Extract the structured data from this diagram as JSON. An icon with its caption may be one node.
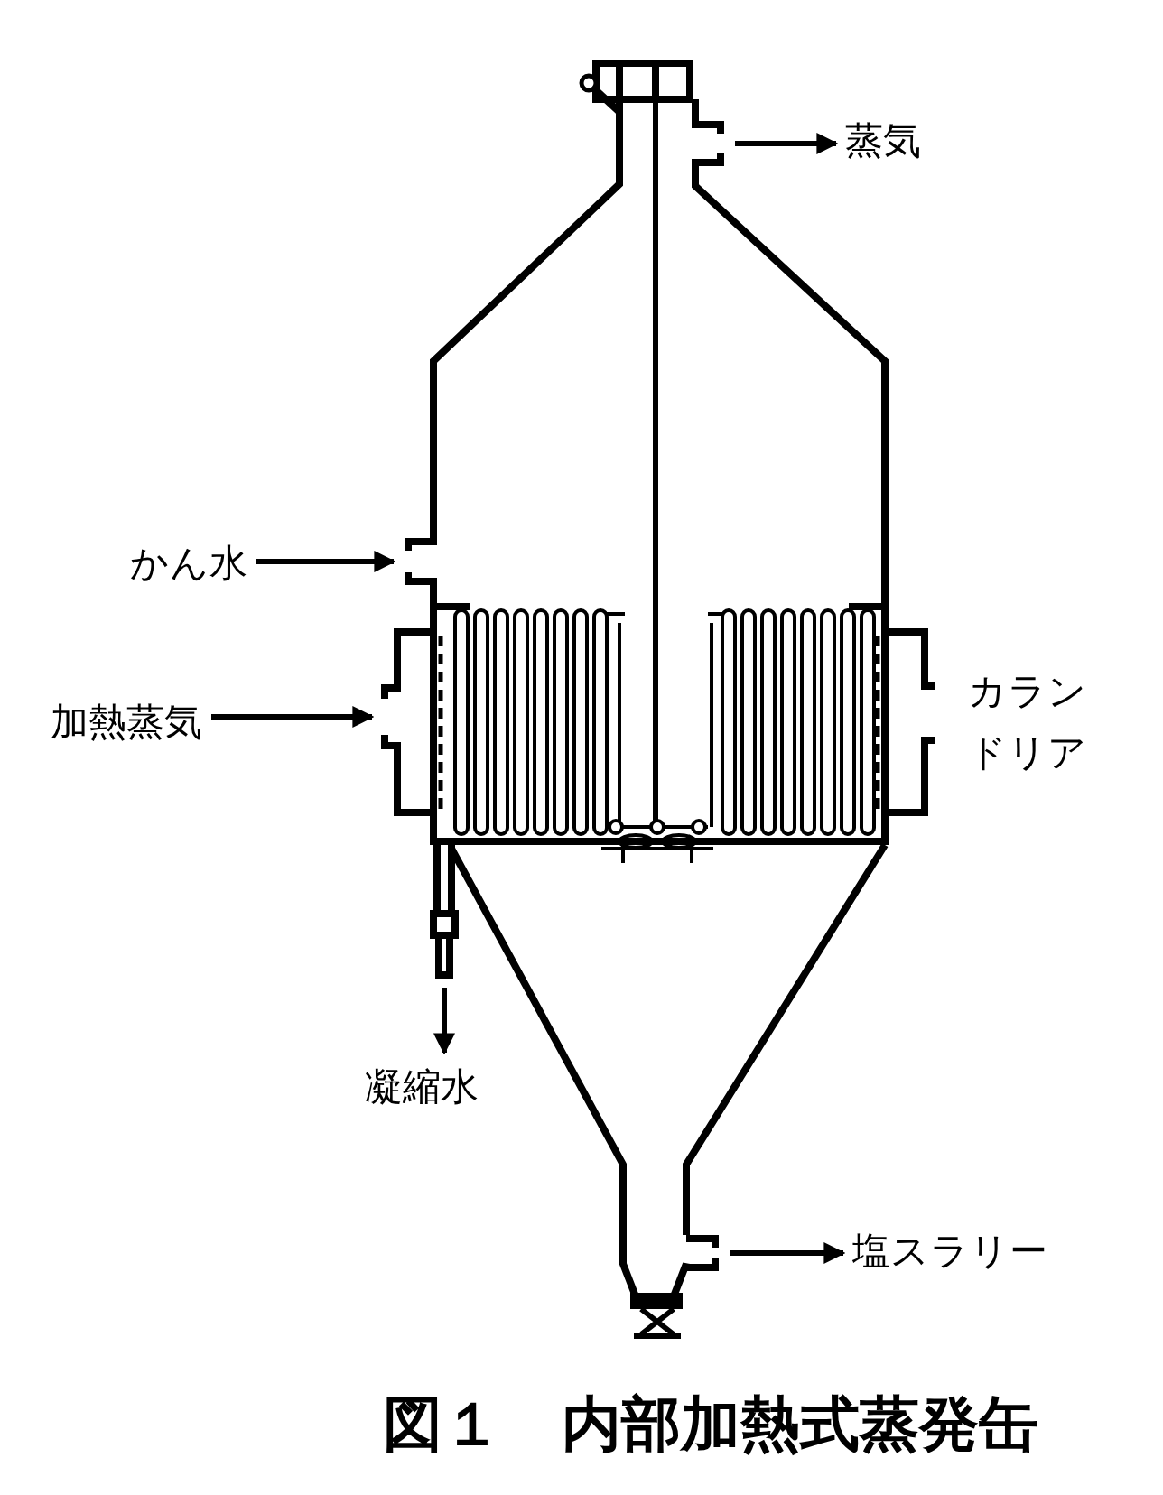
{
  "diagram": {
    "caption": "図１　内部加熱式蒸発缶",
    "nodes": [
      {
        "text": [],
        "shape": "picture"
      },
      {
        "text": [],
        "shape": "picture"
      },
      {
        "text": [],
        "shape": "picture"
      },
      {
        "text": [],
        "shape": "picture"
      },
      {
        "text": [],
        "shape": "picture"
      },
      {
        "text": [
          "蒸気"
        ]
      },
      {
        "text": [
          "かん水"
        ]
      },
      {
        "text": [
          "加熱蒸気"
        ]
      },
      {
        "text": [
          "凝縮水"
        ]
      },
      {
        "text": [
          "塩スラリー"
        ]
      }
    ],
    "edges": [
      {
        "from": 0,
        "to": 5,
        "arrow": "to"
      },
      {
        "from": 6,
        "to": 1,
        "arrow": "to"
      },
      {
        "from": 7,
        "to": 2,
        "arrow": "to"
      },
      {
        "from": 3,
        "to": 8,
        "arrow": "to"
      },
      {
        "from": 4,
        "to": 9,
        "arrow": "to"
      }
    ],
    "labels": [
      "カランドリア"
    ]
  }
}
